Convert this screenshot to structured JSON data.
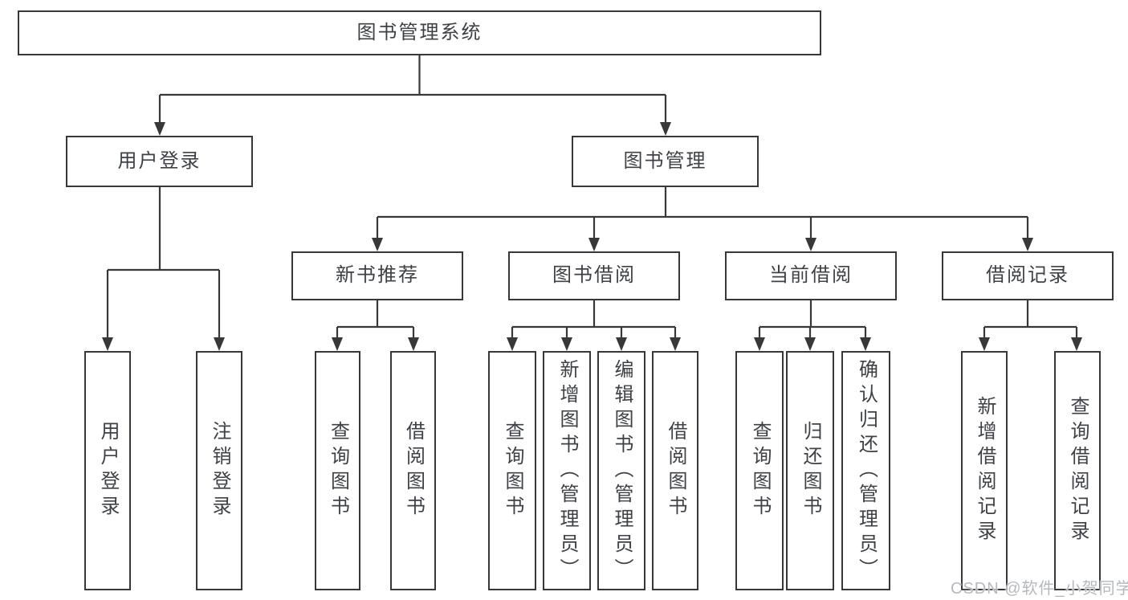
{
  "tree": {
    "label": "图书管理系统",
    "children": [
      {
        "label": "用户登录",
        "children": [
          {
            "label": "用户登录"
          },
          {
            "label": "注销登录"
          }
        ]
      },
      {
        "label": "图书管理",
        "children": [
          {
            "label": "新书推荐",
            "children": [
              {
                "label": "查询图书"
              },
              {
                "label": "借阅图书"
              }
            ]
          },
          {
            "label": "图书借阅",
            "children": [
              {
                "label": "查询图书"
              },
              {
                "label": "新增图书（管理员）"
              },
              {
                "label": "编辑图书（管理员）"
              },
              {
                "label": "借阅图书"
              }
            ]
          },
          {
            "label": "当前借阅",
            "children": [
              {
                "label": "查询图书"
              },
              {
                "label": "归还图书"
              },
              {
                "label": "确认归还（管理员）"
              }
            ]
          },
          {
            "label": "借阅记录",
            "children": [
              {
                "label": "新增借阅记录"
              },
              {
                "label": "查询借阅记录"
              }
            ]
          }
        ]
      }
    ]
  },
  "watermark": {
    "text": "CSDN @软件_小贺同学"
  },
  "colors": {
    "line": "#37383a",
    "text": "#3e4146",
    "box_background": "#ffffff",
    "page_background": "#ffffff",
    "watermark": "#b5b9be"
  }
}
